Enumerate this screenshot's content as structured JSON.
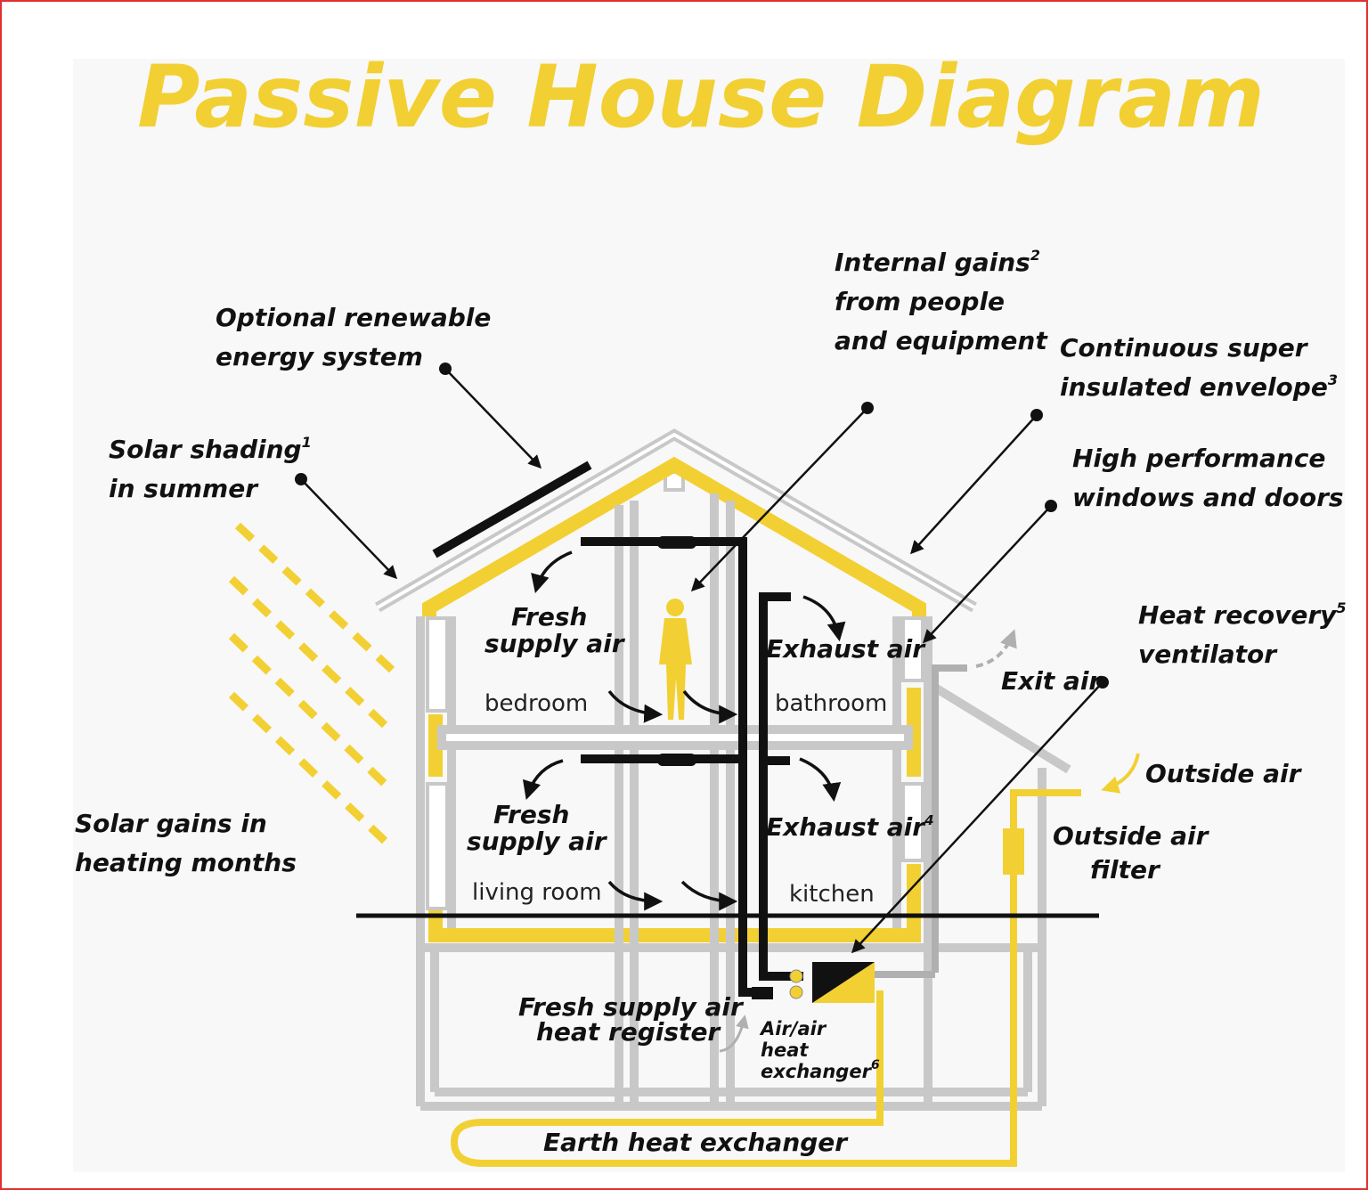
{
  "title": "Passive House Diagram",
  "callouts": {
    "renewable_1": "Optional renewable",
    "renewable_2": "energy system",
    "internal_1": "Internal gains",
    "internal_sup": "2",
    "internal_2": "from people",
    "internal_3": "and equipment",
    "envelope_1": "Continuous super",
    "envelope_2": "insulated envelope",
    "envelope_sup": "3",
    "shading_1": "Solar shading",
    "shading_sup": "1",
    "shading_2": "in summer",
    "windows_1": "High performance",
    "windows_2": "windows and doors",
    "hrv_1": "Heat recovery",
    "hrv_sup": "5",
    "hrv_2": "ventilator",
    "exit_air": "Exit air",
    "outside_air": "Outside air",
    "filter_1": "Outside air",
    "filter_2": "filter",
    "solar_gains_1": "Solar gains in",
    "solar_gains_2": "heating months",
    "fresh_upper_1": "Fresh",
    "fresh_upper_2": "supply air",
    "exhaust_upper": "Exhaust air",
    "fresh_lower_1": "Fresh",
    "fresh_lower_2": "supply air",
    "exhaust_lower": "Exhaust air",
    "exhaust_lower_sup": "4",
    "register_1": "Fresh supply air",
    "register_2": "heat register",
    "hx_1": "Air/air",
    "hx_2": "heat",
    "hx_3": "exchanger",
    "hx_sup": "6",
    "earth": "Earth heat exchanger"
  },
  "rooms": {
    "bedroom": "bedroom",
    "bathroom": "bathroom",
    "living_room": "living room",
    "kitchen": "kitchen"
  },
  "colors": {
    "accent": "#f2d033",
    "frame": "#c8c8c8",
    "ink": "#111111",
    "border": "#e03030"
  }
}
